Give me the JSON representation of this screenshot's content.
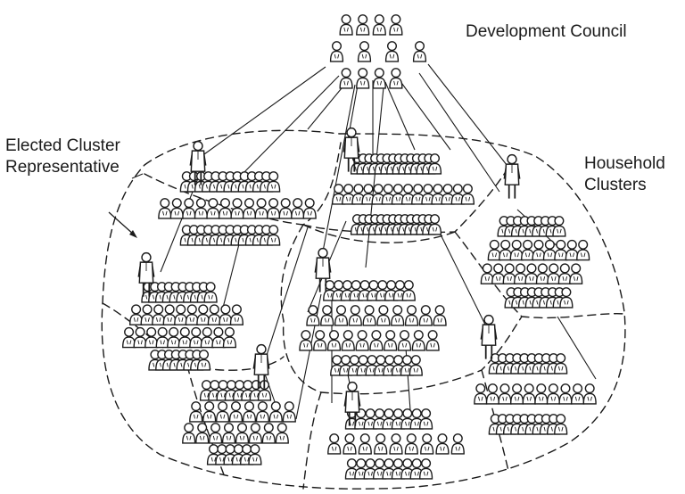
{
  "labels": {
    "council": "Development Council",
    "representative_line1": "Elected Cluster",
    "representative_line2": "Representative",
    "clusters_line1": "Household",
    "clusters_line2": "Clusters"
  },
  "diagram": {
    "ink_color": "#1a1a1a",
    "background": "#ffffff",
    "council_members": 12,
    "clusters": [
      {
        "id": "top-left",
        "members": 40,
        "representative": true
      },
      {
        "id": "top-center",
        "members": 42,
        "representative": true
      },
      {
        "id": "right",
        "members": 36,
        "representative": true
      },
      {
        "id": "left",
        "members": 38,
        "representative": true
      },
      {
        "id": "center",
        "members": 40,
        "representative": true
      },
      {
        "id": "bottom-left",
        "members": 30,
        "representative": true
      },
      {
        "id": "bottom-center",
        "members": 28,
        "representative": true
      },
      {
        "id": "bottom-right",
        "members": 30,
        "representative": true
      }
    ]
  }
}
